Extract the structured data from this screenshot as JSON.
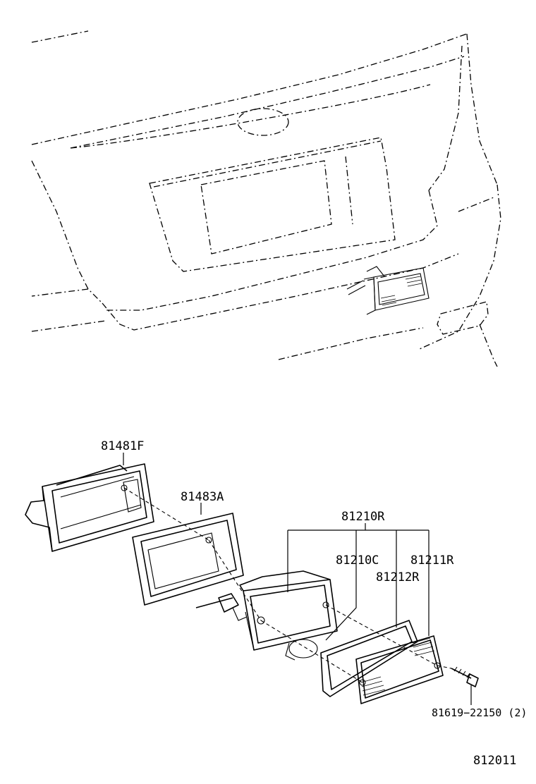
{
  "parts": {
    "p81481f": "81481F",
    "p81483a": "81483A",
    "p81210r": "81210R",
    "p81210c": "81210C",
    "p81211r": "81211R",
    "p81212r": "81212R",
    "p81619": "81619−22150 (2)"
  },
  "figure_number": "812011"
}
